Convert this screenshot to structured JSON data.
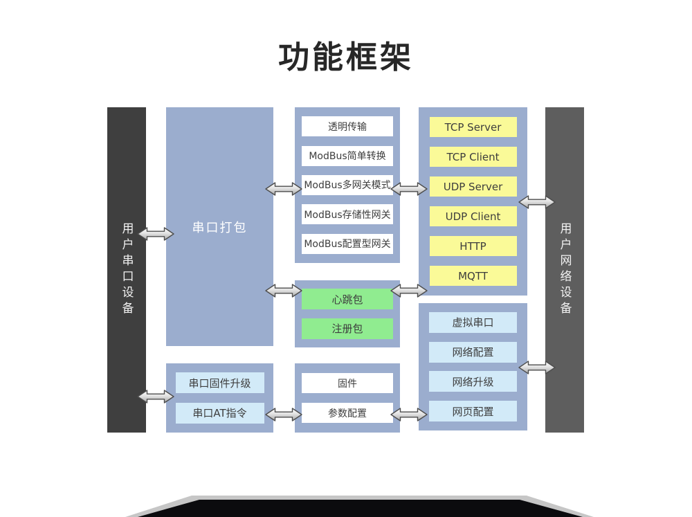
{
  "title": "功能框架",
  "left_device": {
    "label": "用户串口设备"
  },
  "right_device": {
    "label": "用户网络设备"
  },
  "serial_packing": {
    "label": "串口打包"
  },
  "transmission": {
    "items": [
      "透明传输",
      "ModBus简单转换",
      "ModBus多网关模式",
      "ModBus存储性网关",
      "ModBus配置型网关"
    ]
  },
  "protocols": {
    "items": [
      "TCP Server",
      "TCP Client",
      "UDP Server",
      "UDP Client",
      "HTTP",
      "MQTT"
    ]
  },
  "packets": {
    "items": [
      "心跳包",
      "注册包"
    ]
  },
  "serial_functions": {
    "items": [
      "串口固件升级",
      "串口AT指令"
    ]
  },
  "firmware_config": {
    "items": [
      "固件",
      "参数配置"
    ]
  },
  "network_functions": {
    "items": [
      "虚拟串口",
      "网络配置",
      "网络升级",
      "网页配置"
    ]
  },
  "icons": {
    "bidirectional_arrow": "⟷"
  },
  "colors": {
    "panel_blue": "#9badce",
    "box_white": "#ffffff",
    "box_yellow": "#fafa98",
    "box_green": "#90ec90",
    "box_lightblue": "#d2eaf8",
    "bar_dark": "#3f3f3f",
    "bar_medium": "#5e5e5e",
    "title_text": "#272727",
    "arrow_outline": "#4d4d4d",
    "device_body": "#0b0b0e",
    "device_edge": "#c6c6c6"
  }
}
